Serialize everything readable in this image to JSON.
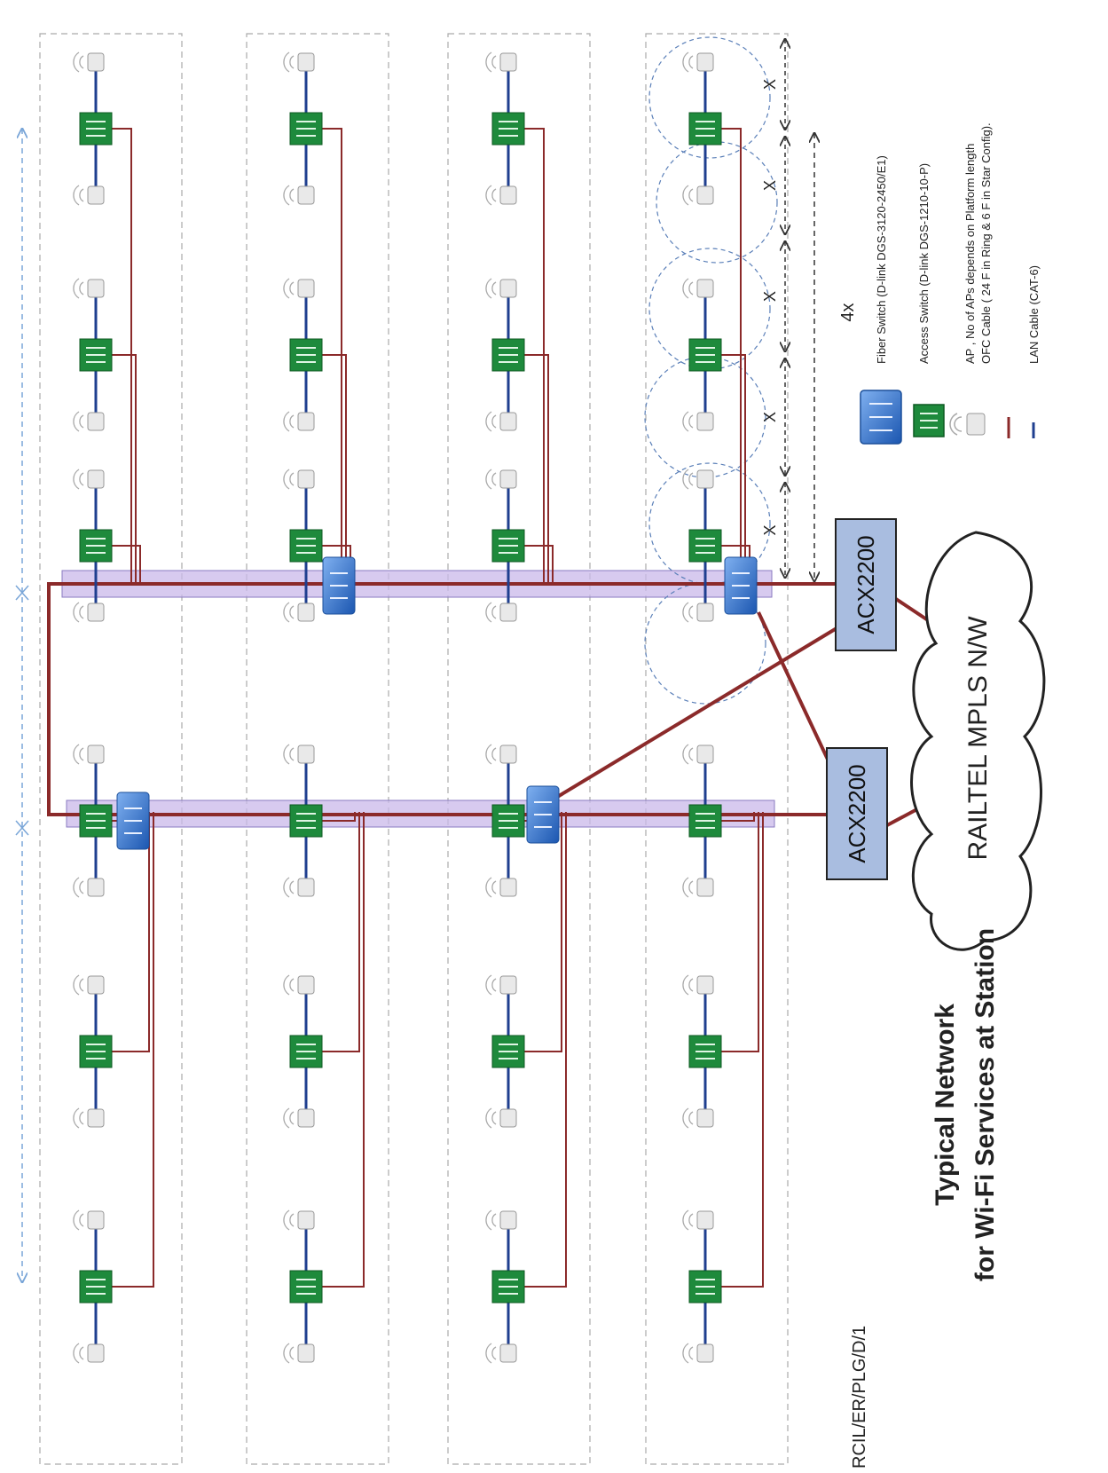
{
  "diagram": {
    "title_line1": "Typical Network",
    "title_line2": "for Wi-Fi Services at Station",
    "doc_ref": "RCIL/ER/PLG/D/1",
    "cloud_label": "RAILTEL MPLS  N/W",
    "routers": [
      "ACX2200",
      "ACX2200"
    ],
    "span_label": "X",
    "multiplier_label": "4x",
    "legend": {
      "fiber_switch": "Fiber Switch (D-link DGS-3120-2450/E1)",
      "access_switch": "Access Switch (D-link DGS-1210-10-P)",
      "ap_line1": "AP , No of APs depends on Platform length",
      "ap_line2": "OFC Cable ( 24 F in Ring & 6 F in Star  Config).",
      "lan": "LAN Cable (CAT-6)"
    },
    "colors": {
      "ofc": "#8b2a2a",
      "lan": "#1f3f8f",
      "access_switch": "#1e8a3c",
      "fiber_switch": "#2f6fc9",
      "router": "#a9bde0",
      "band": "#c9b8ea"
    },
    "icons": [
      "access-switch-icon",
      "fiber-switch-icon",
      "wifi-ap-icon",
      "cloud-icon"
    ]
  }
}
